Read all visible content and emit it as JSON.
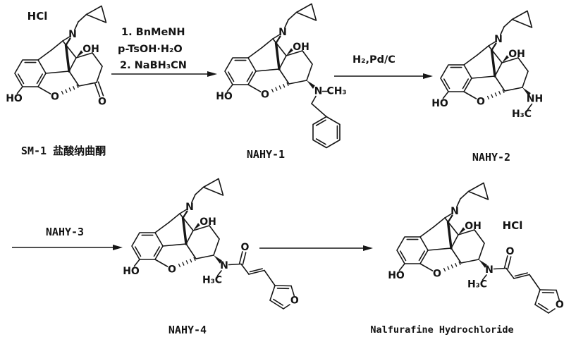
{
  "molecules": {
    "sm1": {
      "name": "SM-1 盐酸纳曲酮",
      "salt": "HCl"
    },
    "nahy1": {
      "name": "NAHY-1"
    },
    "nahy2": {
      "name": "NAHY-2"
    },
    "nahy4": {
      "name": "NAHY-4"
    },
    "nalfurafine": {
      "name": "Nalfurafine Hydrochloride",
      "salt": "HCl"
    }
  },
  "reactions": {
    "step1": {
      "line1": "1. BnMeNH",
      "line2": "p-TsOH·H₂O",
      "line3": "2. NaBH₃CN"
    },
    "step2": {
      "reagent": "H₂,Pd/C"
    },
    "step3": {
      "reagent": "NAHY-3"
    }
  },
  "atom_labels": {
    "n": "N",
    "o": "O",
    "oh": "OH",
    "ho": "HO",
    "nh": "NH",
    "h3c": "H₃C",
    "ch3": "CH₃"
  }
}
